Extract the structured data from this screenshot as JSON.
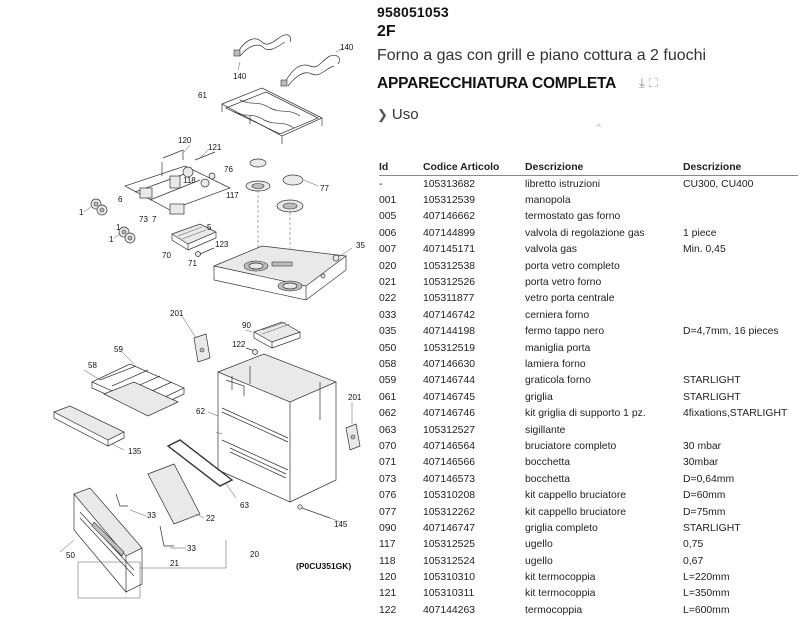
{
  "header": {
    "part_number": "958051053",
    "model": "2F",
    "subtitle": "Forno a gas con grill e piano cottura a 2 fuochi",
    "section_title": "APPARECCHIATURA COMPLETA",
    "icons": [
      "download-icon",
      "expand-icon"
    ],
    "tab_label": "Uso"
  },
  "diagram": {
    "code": "(P0CU351GK)",
    "labels": [
      "140",
      "140",
      "61",
      "120",
      "121",
      "118",
      "6",
      "117",
      "1",
      "73",
      "7",
      "1",
      "1",
      "5",
      "70",
      "71",
      "123",
      "76",
      "77",
      "35",
      "201",
      "90",
      "122",
      "59",
      "58",
      "62",
      "201",
      "135",
      "63",
      "22",
      "33",
      "33",
      "50",
      "21",
      "20",
      "145"
    ]
  },
  "table": {
    "headers": [
      "Id",
      "Codice Articolo",
      "Descrizione",
      "Descrizione"
    ],
    "rows": [
      [
        "-",
        "105313682",
        "libretto istruzioni",
        "CU300, CU400"
      ],
      [
        "001",
        "105312539",
        "manopola",
        ""
      ],
      [
        "005",
        "407146662",
        "termostato gas forno",
        ""
      ],
      [
        "006",
        "407144899",
        "valvola di regolazione gas",
        "1 piece"
      ],
      [
        "007",
        "407145171",
        "valvola gas",
        "Min. 0,45"
      ],
      [
        "020",
        "105312538",
        "porta vetro completo",
        ""
      ],
      [
        "021",
        "105312526",
        "porta vetro forno",
        ""
      ],
      [
        "022",
        "105311877",
        "vetro porta centrale",
        ""
      ],
      [
        "033",
        "407146742",
        "cerniera forno",
        ""
      ],
      [
        "035",
        "407144198",
        "fermo tappo nero",
        "D=4,7mm, 16 pieces"
      ],
      [
        "050",
        "105312519",
        "maniglia porta",
        ""
      ],
      [
        "058",
        "407146630",
        "lamiera forno",
        ""
      ],
      [
        "059",
        "407146744",
        "graticola forno",
        "STARLIGHT"
      ],
      [
        "061",
        "407146745",
        "griglia",
        "STARLIGHT"
      ],
      [
        "062",
        "407146746",
        "kit griglia di supporto 1 pz.",
        "4fixations,STARLIGHT"
      ],
      [
        "063",
        "105312527",
        "sigillante",
        ""
      ],
      [
        "070",
        "407146564",
        "bruciatore completo",
        "30 mbar"
      ],
      [
        "071",
        "407146566",
        "bocchetta",
        "30mbar"
      ],
      [
        "073",
        "407146573",
        "bocchetta",
        "D=0,64mm"
      ],
      [
        "076",
        "105310208",
        "kit cappello bruciatore",
        "D=60mm"
      ],
      [
        "077",
        "105312262",
        "kit cappello bruciatore",
        "D=75mm"
      ],
      [
        "090",
        "407146747",
        "griglia completo",
        "STARLIGHT"
      ],
      [
        "117",
        "105312525",
        "ugello",
        "0,75"
      ],
      [
        "118",
        "105312524",
        "ugello",
        "0,67"
      ],
      [
        "120",
        "105310310",
        "kit termocoppia",
        "L=220mm"
      ],
      [
        "121",
        "105310311",
        "kit termocoppia",
        "L=350mm"
      ],
      [
        "122",
        "407144263",
        "termocoppia",
        "L=600mm"
      ]
    ]
  }
}
